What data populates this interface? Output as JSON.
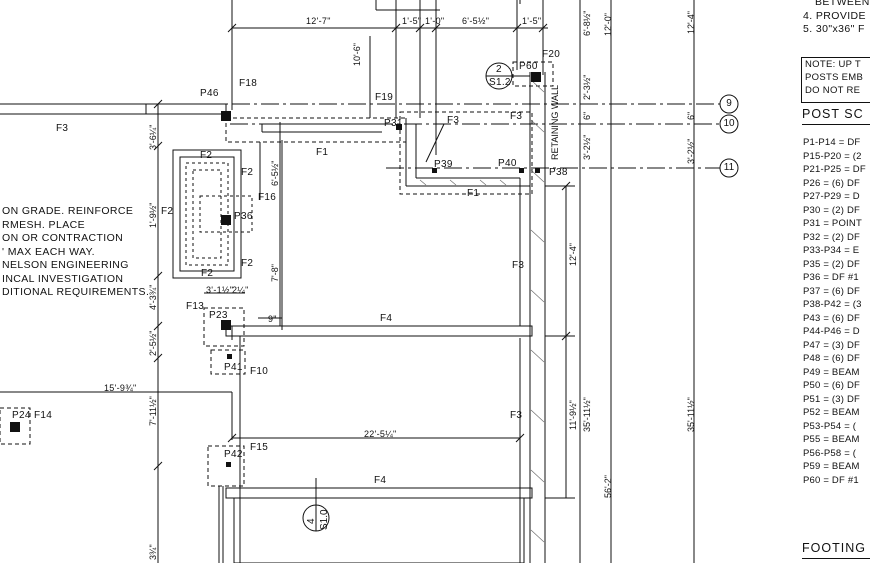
{
  "notes_top": {
    "line1": "BETWEEN",
    "line2": "4. PROVIDE",
    "line3": "5. 30\"x36\" F"
  },
  "note_box": {
    "line1": "NOTE: UP T",
    "line2": "POSTS EMB",
    "line3": "DO NOT RE"
  },
  "post_schedule": {
    "title": "POST SC",
    "items": [
      "P1-P14 = DF",
      "P15-P20 = (2",
      "P21-P25 = DF",
      "P26 = (6) DF",
      "P27-P29 = D",
      "P30 = (2) DF",
      "P31 = POINT",
      "P32 = (2) DF",
      "P33-P34 = E",
      "P35 = (2) DF",
      "P36 = DF #1",
      "P37 = (6) DF",
      "P38-P42 = (3",
      "P43 = (6) DF",
      "P44-P46 = D",
      "P47 = (3) DF",
      "P48 = (6) DF",
      "P49 = BEAM",
      "P50 = (6) DF",
      "P51 = (3) DF",
      "P52 = BEAM",
      "P53-P54 = (",
      "P55 = BEAM",
      "P56-P58 = (",
      "P59 = BEAM",
      "P60 = DF #1"
    ]
  },
  "footing_title": "FOOTING",
  "left_note": [
    "ON GRADE. REINFORCE",
    "RMESH. PLACE",
    "ON OR CONTRACTION",
    "' MAX EACH WAY.",
    "NELSON ENGINEERING",
    "INCAL INVESTIGATION",
    "DITIONAL REQUIREMENTS."
  ],
  "grid_bubbles": [
    "9",
    "10",
    "11"
  ],
  "section_markers": [
    {
      "num": "2",
      "sheet": "S1.2"
    },
    {
      "num": "4",
      "sheet": "S1.0"
    }
  ],
  "retaining_wall_label": "RETAINING WALL",
  "footing_labels": {
    "f1_a": "F1",
    "f1_b": "F1",
    "f2_a": "F2",
    "f2_b": "F2",
    "f2_c": "F2",
    "f2_d": "F2",
    "f2_e": "F2",
    "f3_a": "F3",
    "f3_b": "F3",
    "f3_c": "F3",
    "f3_d": "F3",
    "f3_e": "F3",
    "f4_a": "F4",
    "f4_b": "F4",
    "f10": "F10",
    "f13": "F13",
    "f14": "F14",
    "f15": "F15",
    "f16": "F16",
    "f18": "F18",
    "f19": "F19",
    "f20": "F20"
  },
  "post_labels": {
    "p23": "P23",
    "p24": "P24",
    "p31": "P31",
    "p36": "P36",
    "p38": "P38",
    "p39": "P39",
    "p40": "P40",
    "p41": "P41",
    "p42": "P42",
    "p46": "P46",
    "p60": "P60"
  },
  "dimensions": {
    "d_12_7": "12'-7\"",
    "d_1_5a": "1'-5\"",
    "d_1_0": "1'-0\"",
    "d_6_5half": "6'-5½\"",
    "d_1_5b": "1'-5\"",
    "d_10_6": "10'-6\"",
    "d_3_1half": "3'-1½\"",
    "d_2_1quarter": "2¼\"",
    "d_9": "9\"",
    "d_15_9": "15'-9¾\"",
    "d_22_5": "22'-5¼\"",
    "v_3_6": "3'-6¼\"",
    "v_1_9": "1'-9½\"",
    "v_4_3": "4'-3¾\"",
    "v_2_5": "2'-5½\"",
    "v_7_11": "7'-11½\"",
    "v_6_5half": "6'-5½\"",
    "v_7_8": "7'-8\"",
    "v_12_4a": "12'-4\"",
    "v_11_9": "11'-9½\"",
    "v_35_11a": "35'-11½\"",
    "v_35_11b": "35'-11½\"",
    "v_56_2": "56'-2\"",
    "v_6_8": "6'-8½\"",
    "v_12_0": "12'-0\"",
    "v_12_4b": "12'-4\"",
    "v_2_3": "2'-3½\"",
    "v_3_2": "3'-2½\"",
    "v_6": "6\"",
    "v_3_2b": "3'-2½\"",
    "v_6b": "6\"",
    "v_3bottom": "3¾\""
  }
}
